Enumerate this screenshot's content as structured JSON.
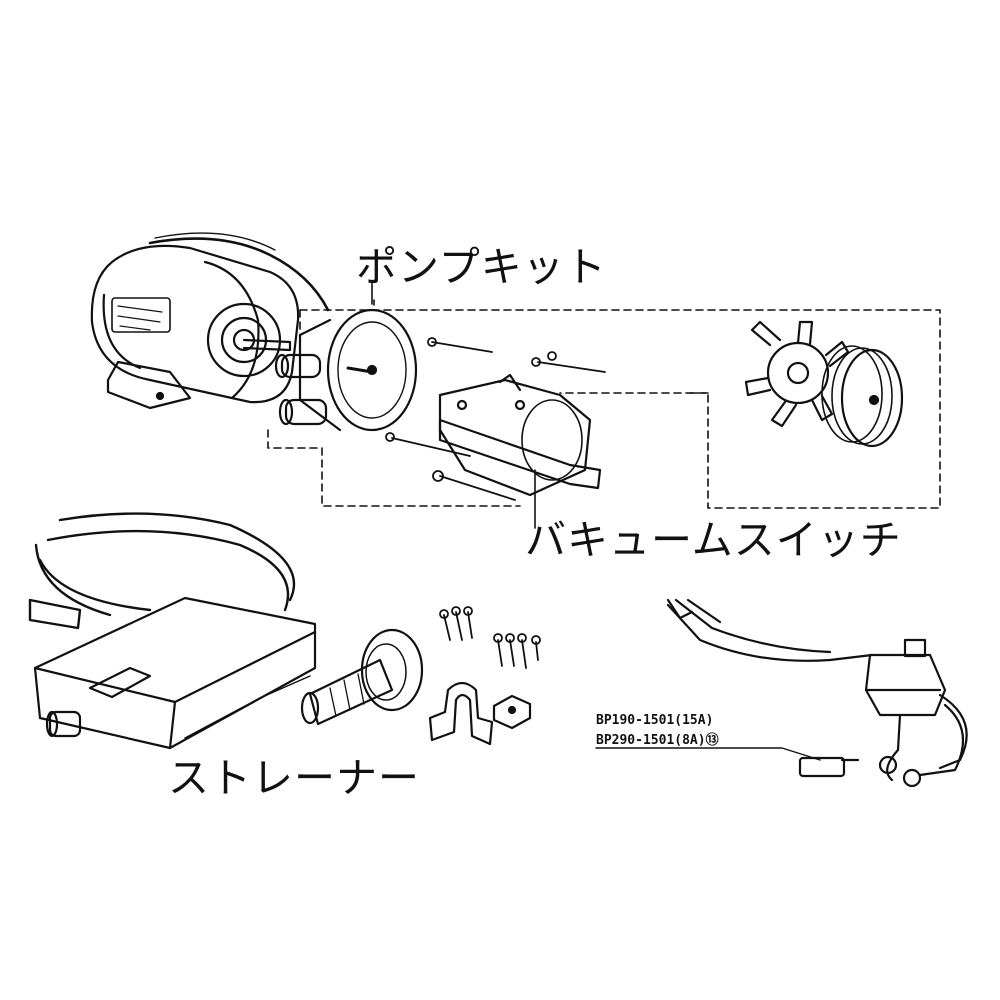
{
  "labels": {
    "pump_kit": "ポンプキット",
    "vacuum_switch": "バキュームスイッチ",
    "strainer": "ストレーナー"
  },
  "part_numbers": [
    "BP190-1501(15A)",
    "BP290-1501(8A)⑬"
  ],
  "line_color": "#111111"
}
